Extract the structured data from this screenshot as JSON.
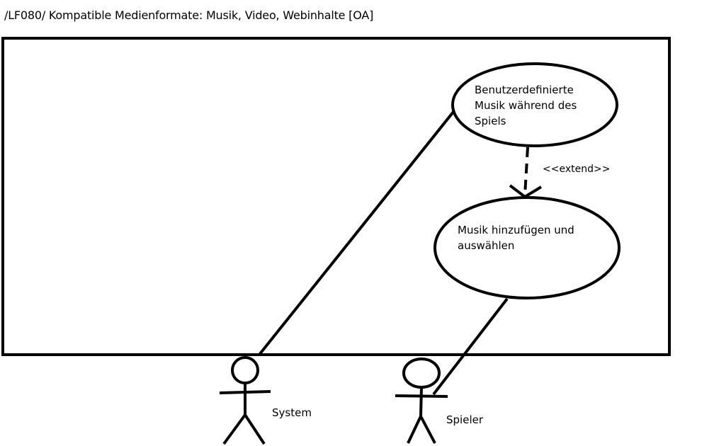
{
  "title": "/LF080/ Kompatible Medienformate: Musik, Video, Webinhalte [OA]",
  "use_cases": {
    "custom_music": "Benutzerdefinierte\nMusik während des\nSpiels",
    "add_select_music": "Musik hinzufügen und\nauswählen"
  },
  "relations": {
    "extend": "<<extend>>"
  },
  "actors": {
    "system": "System",
    "player": "Spieler"
  }
}
